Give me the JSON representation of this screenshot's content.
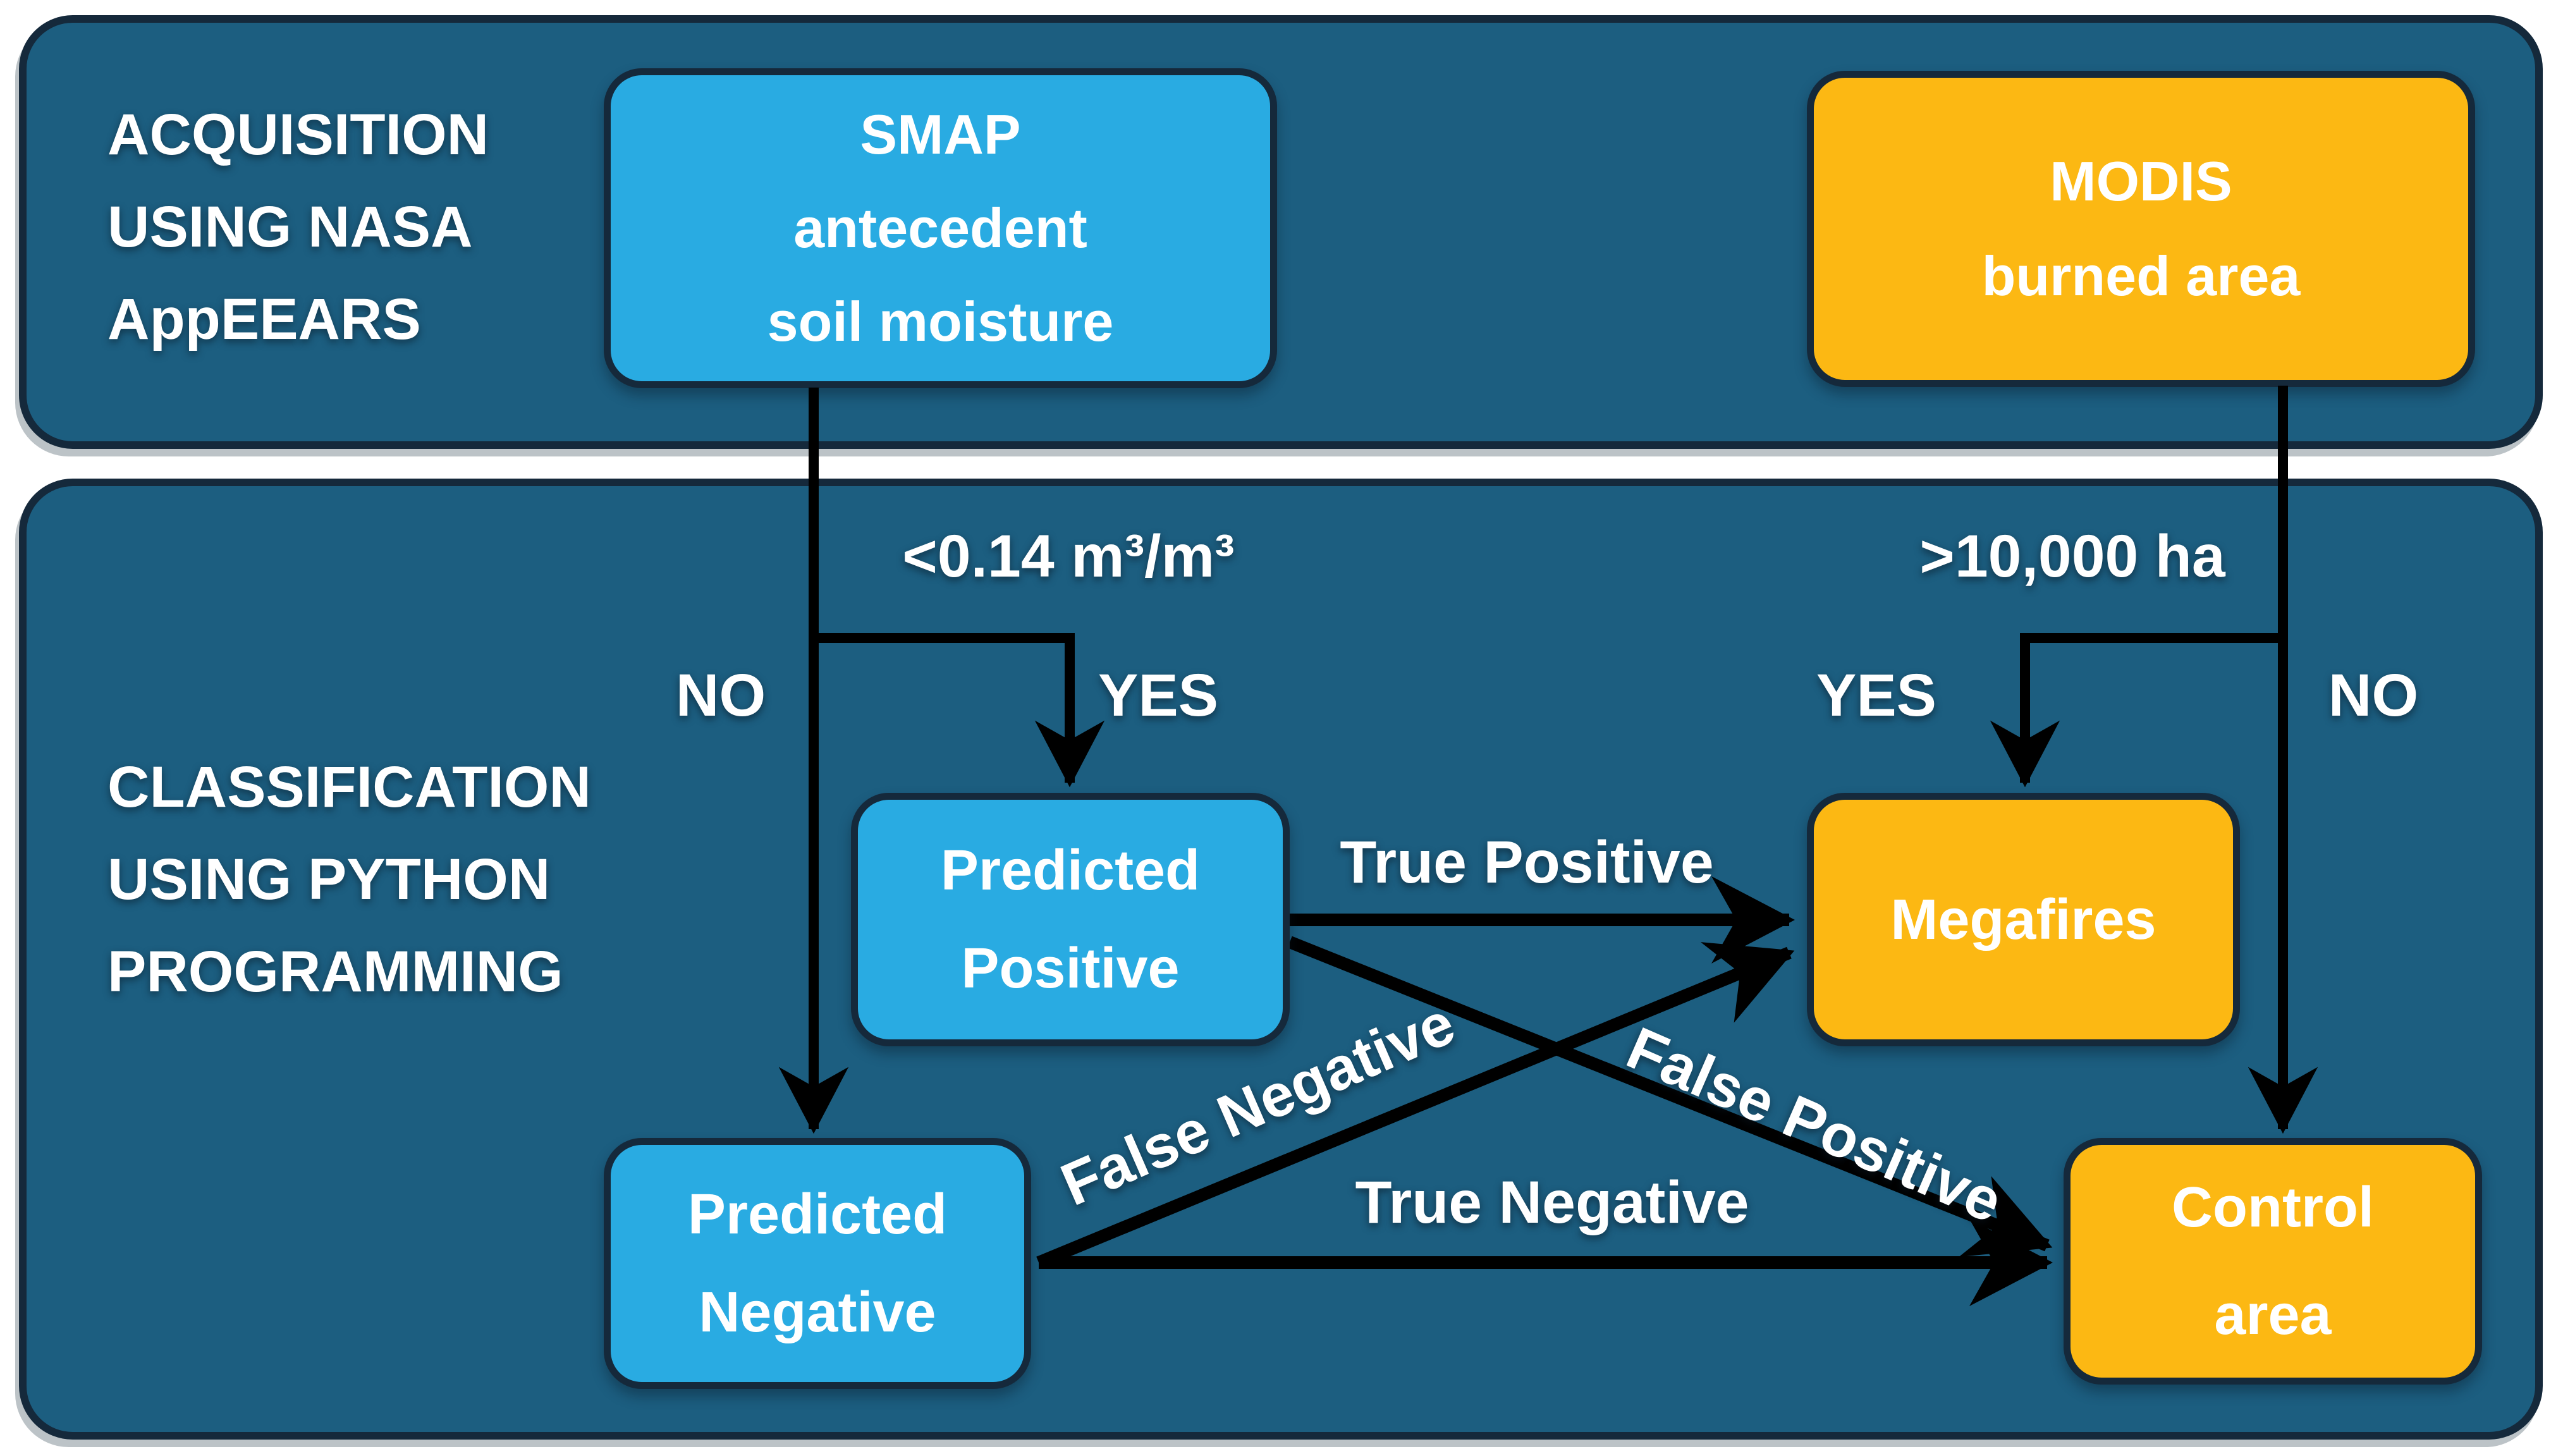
{
  "colors": {
    "page_bg": "#ffffff",
    "panel_bg": "#1C5E80",
    "panel_border": "#15293B",
    "box_blue": "#29ABE2",
    "box_orange": "#FCB813",
    "box_border": "#15293B",
    "arrow": "#000000",
    "text": "#ffffff"
  },
  "acquisition": {
    "title": "ACQUISITION\nUSING NASA\nAppEEARS",
    "smap_box": "SMAP\nantecedent\nsoil moisture",
    "modis_box": "MODIS\nburned area"
  },
  "classification": {
    "title": "CLASSIFICATION\nUSING PYTHON\nPROGRAMMING",
    "smap_threshold": "<0.14 m³/m³",
    "modis_threshold": ">10,000 ha",
    "smap_no": "NO",
    "smap_yes": "YES",
    "modis_yes": "YES",
    "modis_no": "NO",
    "predicted_positive": "Predicted\nPositive",
    "predicted_negative": "Predicted\nNegative",
    "megafires": "Megafires",
    "control_area": "Control\narea",
    "true_positive": "True Positive",
    "false_negative": "False Negative",
    "false_positive": "False Positive",
    "true_negative": "True Negative"
  }
}
